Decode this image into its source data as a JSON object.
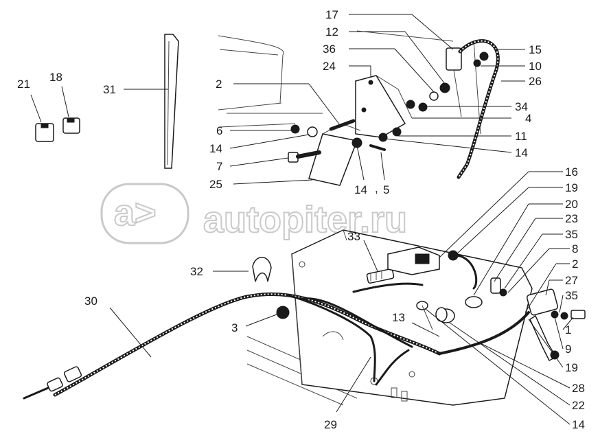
{
  "watermark": "autopiter.ru",
  "callouts": [
    "17",
    "12",
    "36",
    "24",
    "2",
    "15",
    "10",
    "26",
    "34",
    "4",
    "6",
    "14",
    "11",
    "14",
    "7",
    "25",
    "14",
    "5",
    "31",
    "21",
    "18",
    "16",
    "19",
    "20",
    "23",
    "35",
    "8",
    "2",
    "27",
    "35",
    "1",
    "9",
    "19",
    "28",
    "22",
    "14",
    "13",
    "29",
    "3",
    "30",
    "32",
    "33"
  ]
}
